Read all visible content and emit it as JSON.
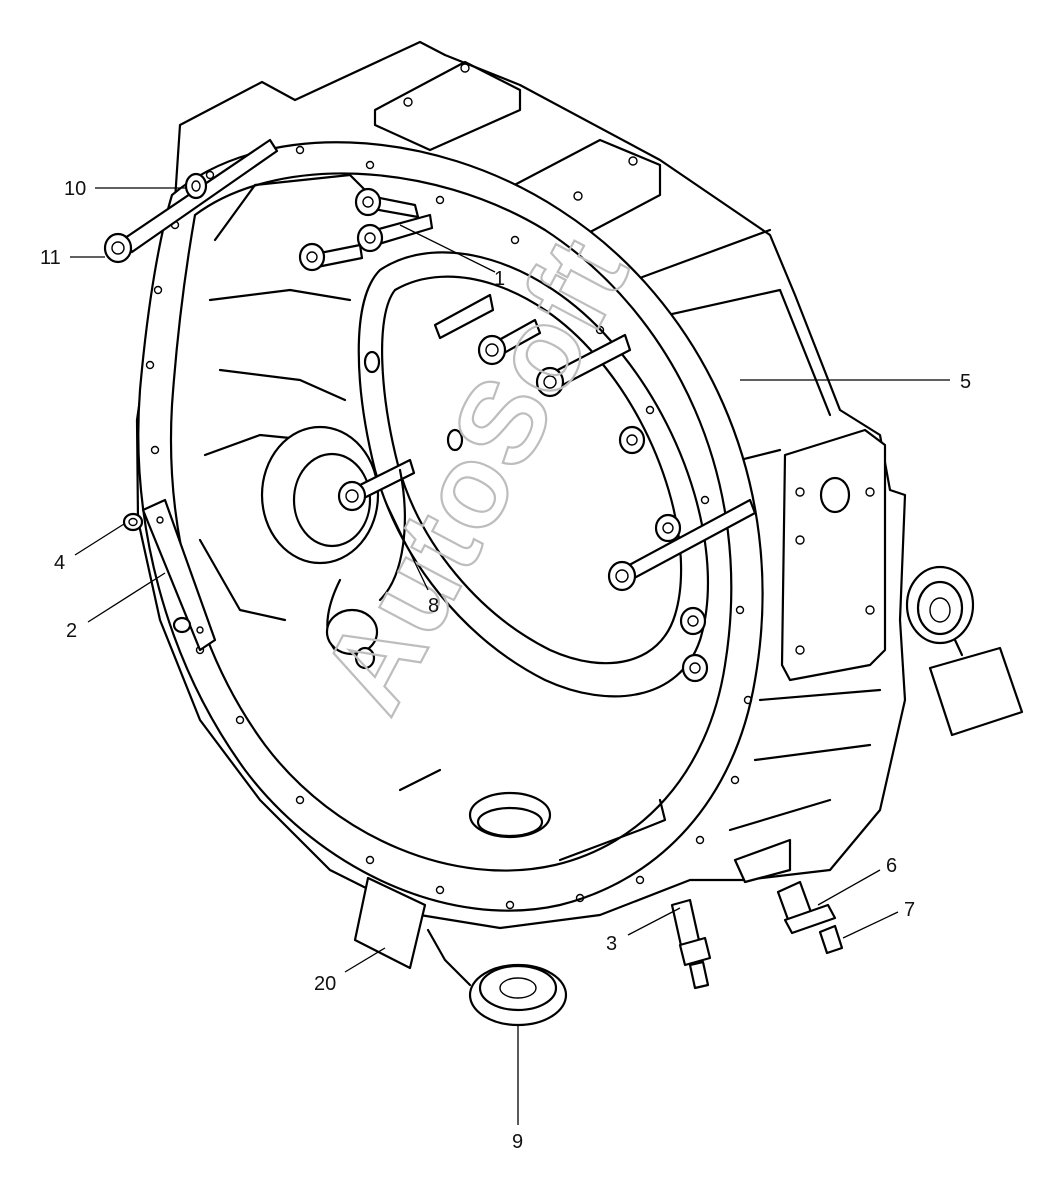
{
  "callouts": [
    {
      "id": "c1",
      "label": "1"
    },
    {
      "id": "c2",
      "label": "2"
    },
    {
      "id": "c3",
      "label": "3"
    },
    {
      "id": "c4",
      "label": "4"
    },
    {
      "id": "c5",
      "label": "5"
    },
    {
      "id": "c6",
      "label": "6"
    },
    {
      "id": "c7",
      "label": "7"
    },
    {
      "id": "c8",
      "label": "8"
    },
    {
      "id": "c9",
      "label": "9"
    },
    {
      "id": "c10",
      "label": "10"
    },
    {
      "id": "c11",
      "label": "11"
    },
    {
      "id": "c20",
      "label": "20"
    }
  ],
  "watermark": {
    "text": "AutoSoft"
  },
  "colors": {
    "line": "#000000",
    "background": "#ffffff",
    "watermark": "#bdbdbd"
  }
}
